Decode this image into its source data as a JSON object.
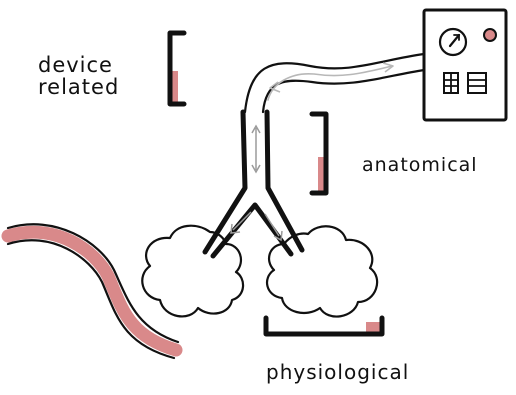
{
  "labels": {
    "device_related_line1": "device",
    "device_related_line2": "related",
    "anatomical": "anatomical",
    "physiological": "physiological"
  },
  "colors": {
    "ink": "#111111",
    "accent": "#d9898a",
    "background": "#ffffff"
  },
  "icons": {
    "ventilator": "ventilator-monitor-icon",
    "dial": "dial-gauge-icon",
    "indicator": "indicator-light-icon",
    "airways": "bronchial-tree-icon",
    "lungs": "lung-alveoli-cloud-icon",
    "blood_vessel": "blood-vessel-icon"
  }
}
